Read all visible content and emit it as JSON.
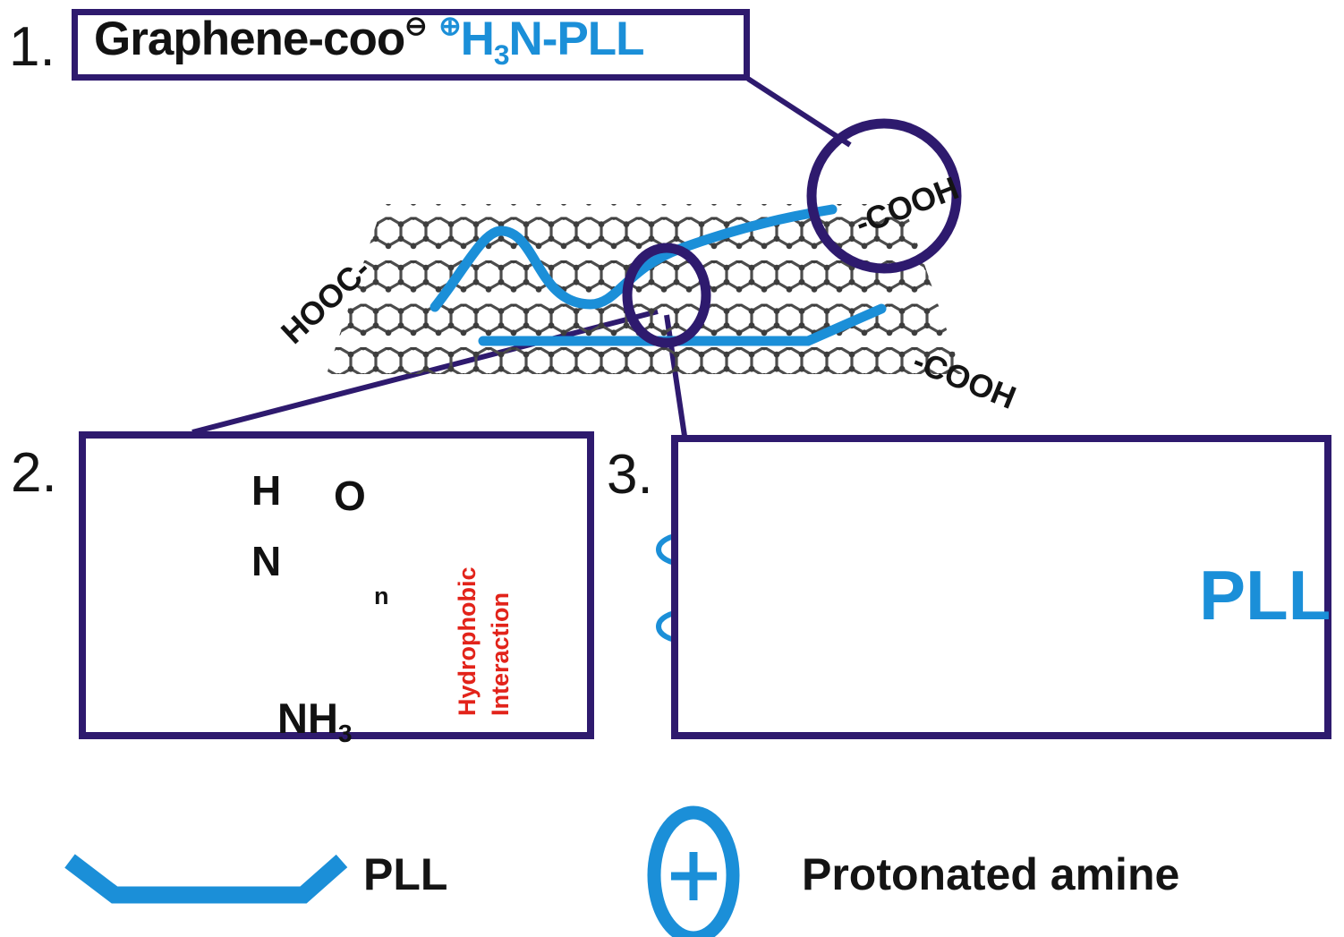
{
  "figure": {
    "type": "scientific-schematic",
    "description": "Mechanism of poly-L-lysine (PLL) adsorption on carboxylated graphene"
  },
  "steps": {
    "one": "1.",
    "two": "2.",
    "three": "3."
  },
  "equation": {
    "left_text": "Graphene-coo",
    "left_charge": "⊖",
    "right_charge": "⊕",
    "right_text_h": "H",
    "right_sub": "3",
    "right_text_rest": "N-PLL"
  },
  "graphene": {
    "label_left": "HOOC-",
    "label_right": "-COOH",
    "callout_label": "-COOH",
    "sheet_color": "#4d4d4d",
    "pll_color": "#1b8fd8",
    "callout_color": "#2e1a6e"
  },
  "panel2": {
    "atoms": {
      "h": "H",
      "n": "N",
      "o": "O",
      "n_sub": "n",
      "nh3": "NH",
      "nh3_sub": "3"
    },
    "annotation_line1": "Hydrophobic",
    "annotation_line2": "Interaction",
    "annotation_color": "#e2231a",
    "dash_box_color": "#e2231a"
  },
  "panel3": {
    "pll_label": "PLL",
    "charge_symbol": "+",
    "orbital_color": "#1b8fd8",
    "ring_color": "#111111",
    "interaction": "cation-pi dotted line"
  },
  "legend": {
    "items": [
      {
        "symbol": "pll-chain-symbol",
        "label": "PLL"
      },
      {
        "symbol": "protonated-amine-symbol",
        "label": "Protonated amine"
      }
    ],
    "plus_sign": "+"
  },
  "colors": {
    "navy": "#2e1a6e",
    "blue": "#1b8fd8",
    "red": "#e2231a",
    "black": "#141414",
    "gray": "#4d4d4d"
  }
}
